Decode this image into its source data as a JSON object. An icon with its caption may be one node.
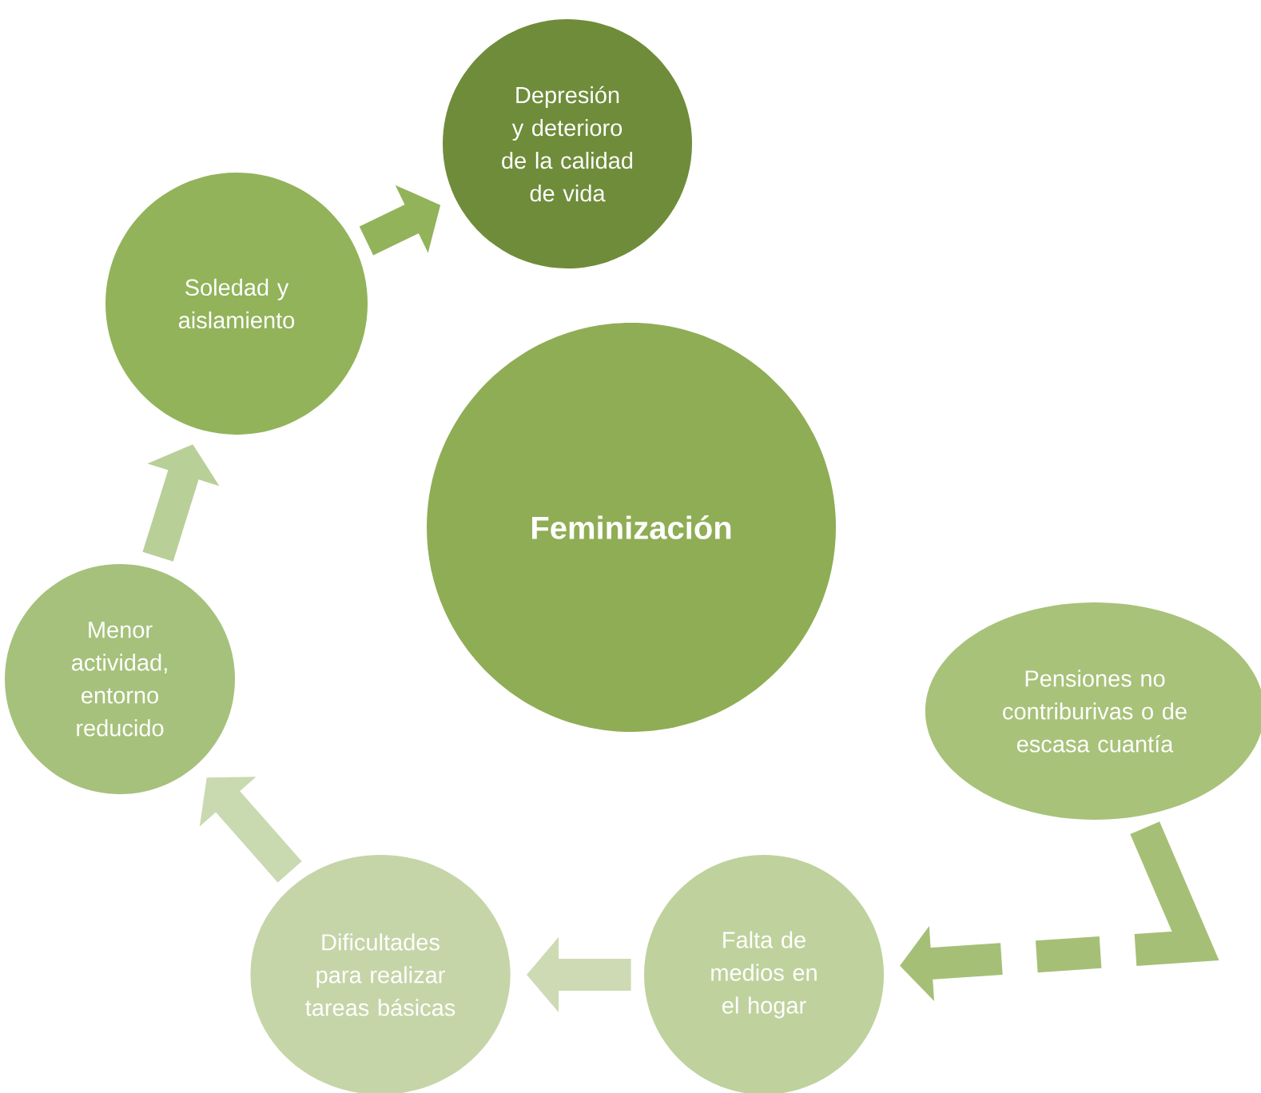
{
  "diagram": {
    "nodes": [
      {
        "text": [
          "Feminización"
        ]
      },
      {
        "text": [
          "Pensiones no contriburivas o de escasa cuantía"
        ]
      },
      {
        "text": [
          "Falta de medios en el hogar"
        ]
      },
      {
        "text": [
          "Dificultades para realizar tareas básicas"
        ]
      },
      {
        "text": [
          "Menor actividad, entorno reducido"
        ]
      },
      {
        "text": [
          "Soledad y aislamiento"
        ]
      },
      {
        "text": [
          "Depresión y deterioro de la calidad de vida"
        ]
      }
    ],
    "edges": [
      {
        "from": 1,
        "to": 2,
        "arrow": "to",
        "style": "dashed",
        "color": "#a5c076"
      },
      {
        "from": 2,
        "to": 3,
        "arrow": "to",
        "color": "#cddab4"
      },
      {
        "from": 3,
        "to": 4,
        "arrow": "to",
        "color": "#c9d9b0"
      },
      {
        "from": 4,
        "to": 5,
        "arrow": "to",
        "color": "#b9cf98"
      },
      {
        "from": 5,
        "to": 6,
        "arrow": "to",
        "color": "#92b35a"
      }
    ]
  }
}
